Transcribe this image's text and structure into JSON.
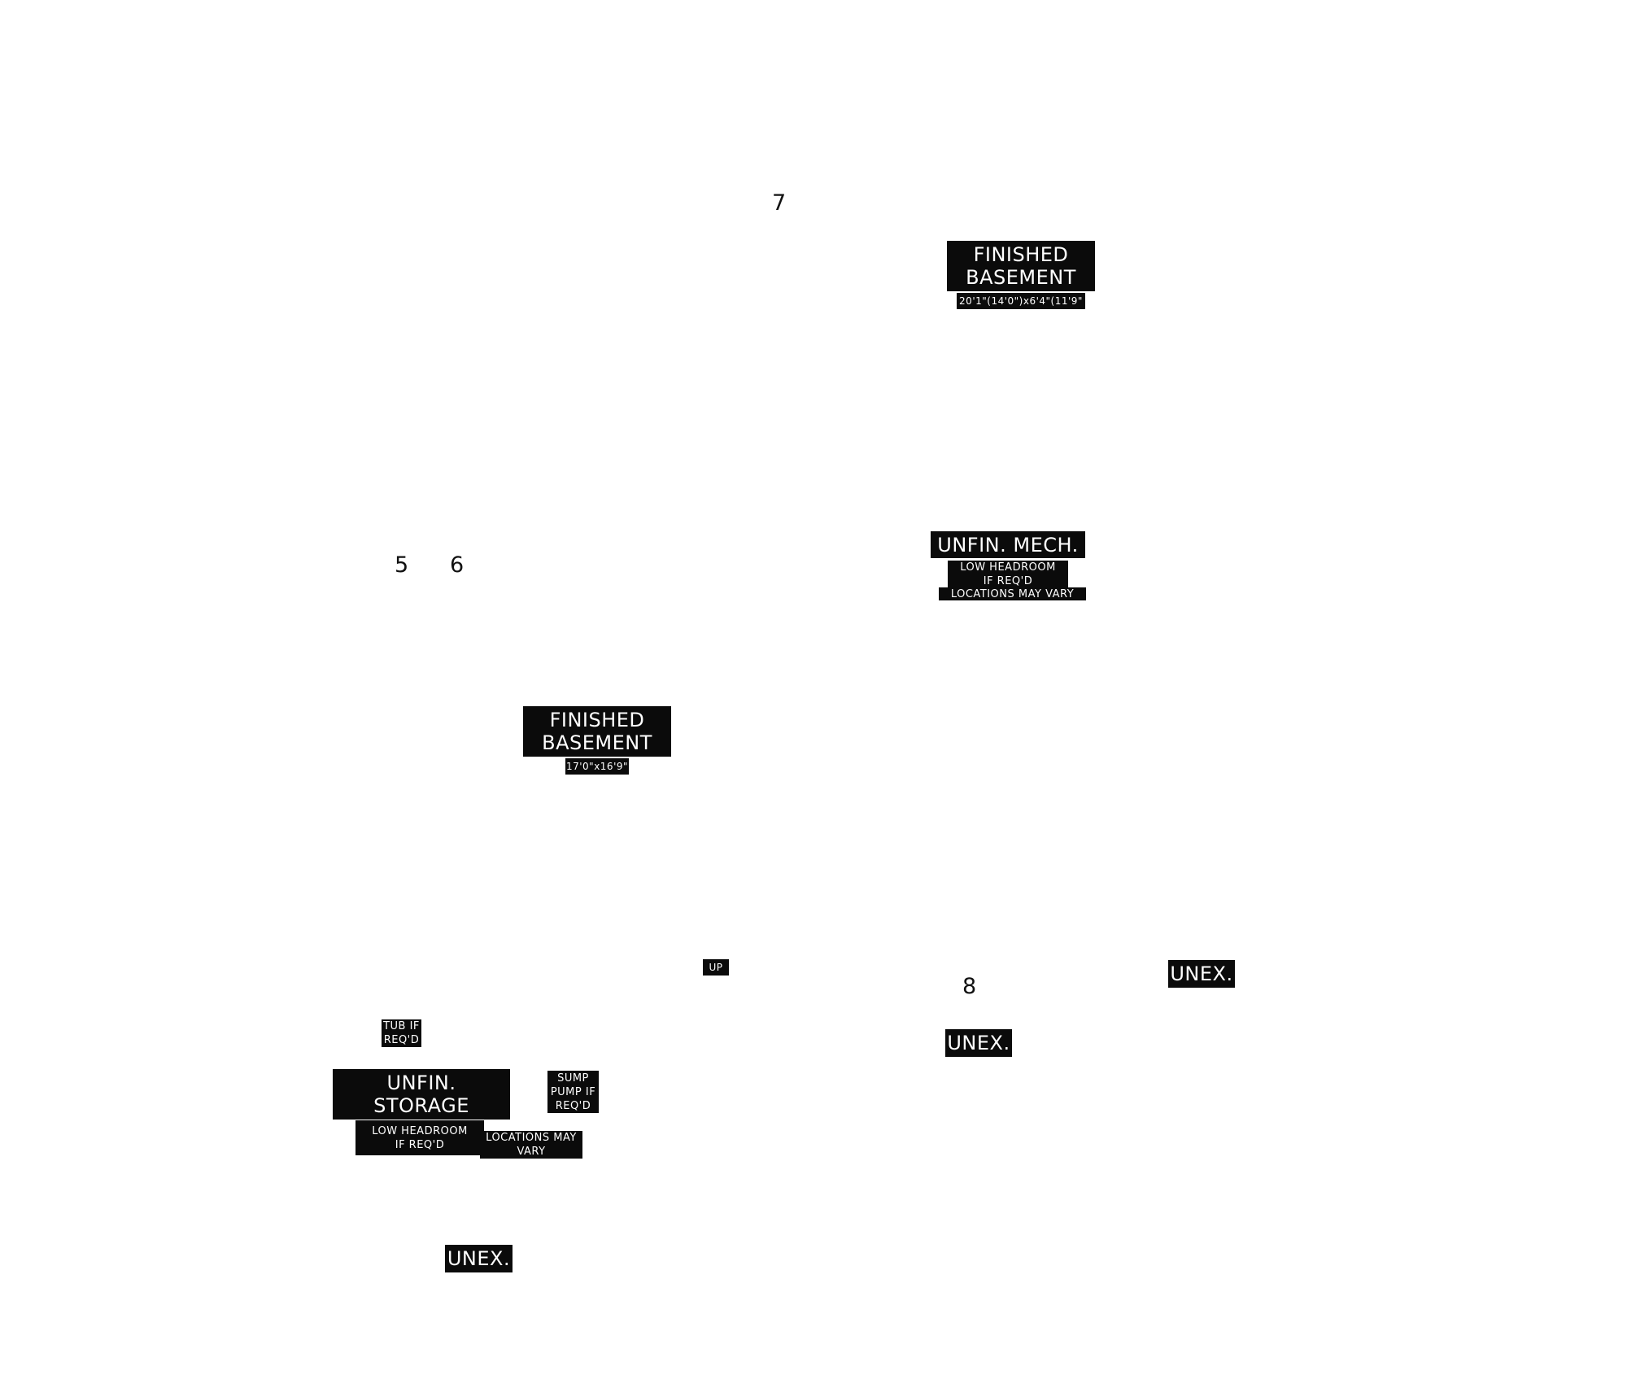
{
  "room_numbers": {
    "n5": "5",
    "n6": "6",
    "n7": "7",
    "n8": "8"
  },
  "rooms": {
    "finished_basement_top": {
      "name": "FINISHED\nBASEMENT",
      "dims": "20'1\"(14'0\")x6'4\"(11'9\""
    },
    "unfin_mech": {
      "name": "UNFIN. MECH.",
      "note_headroom": "LOW HEADROOM\nIF REQ'D",
      "note_locations": "LOCATIONS MAY VARY"
    },
    "finished_basement_mid": {
      "name": "FINISHED\nBASEMENT",
      "dims": "17'0\"x16'9\""
    },
    "unfin_storage": {
      "name": "UNFIN.\nSTORAGE",
      "note_headroom": "LOW HEADROOM\nIF REQ'D",
      "note_locations": "LOCATIONS MAY\nVARY"
    },
    "tub": "TUB IF\nREQ'D",
    "sump": "SUMP\nPUMP IF\nREQ'D",
    "stair_up": "UP",
    "unex_right_top": "UNEX.",
    "unex_right_mid": "UNEX.",
    "unex_bottom": "UNEX."
  }
}
